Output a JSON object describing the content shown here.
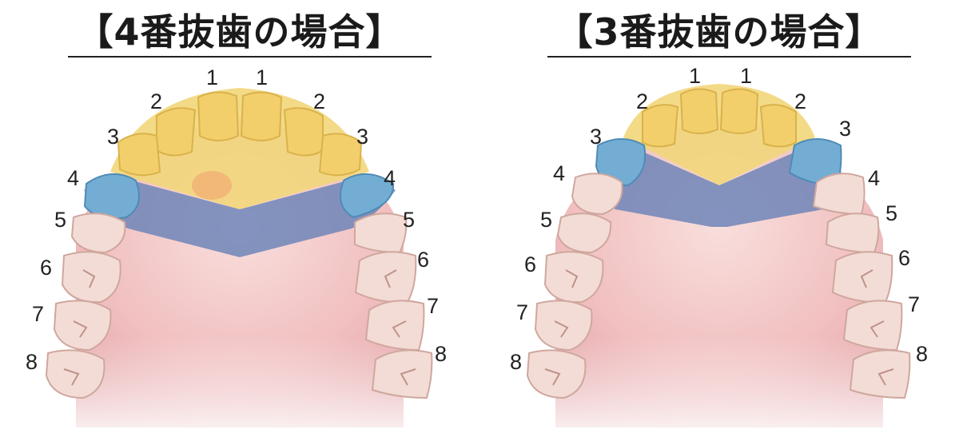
{
  "panels": [
    {
      "id": "first-premolar",
      "title": "【4番抜歯の場合】",
      "left_labels": [
        "1",
        "2",
        "3",
        "4",
        "5",
        "6",
        "7",
        "8"
      ],
      "right_labels": [
        "1",
        "2",
        "3",
        "4",
        "5",
        "6",
        "7",
        "8"
      ],
      "extracted_tooth": "4"
    },
    {
      "id": "canine",
      "title": "【3番抜歯の場合】",
      "left_labels": [
        "1",
        "2",
        "3",
        "4",
        "5",
        "6",
        "7",
        "8"
      ],
      "right_labels": [
        "1",
        "2",
        "3",
        "4",
        "5",
        "6",
        "7",
        "8"
      ],
      "extracted_tooth": "3"
    }
  ],
  "colors": {
    "front_teeth_zone": "#f2d67a",
    "extracted_highlight": "#6fa8cf",
    "retraction_band": "#6f85b8",
    "palate": "#e9a8ad",
    "tooth": "#f3dcd6",
    "title_text": "#1a1a1a"
  }
}
